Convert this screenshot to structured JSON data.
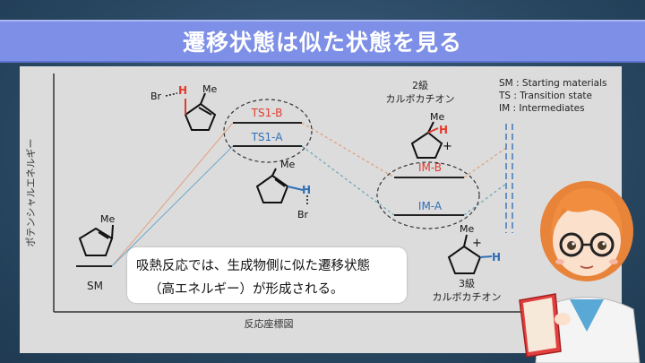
{
  "title": "遷移状態は似た状態を見る",
  "diagram": {
    "y_axis_label": "ポテンシャルエネルギー",
    "x_axis_label": "反応座標図",
    "sm_label": "SM",
    "ts1b_label": "TS1-B",
    "ts1a_label": "TS1-A",
    "imb_label": "IM-B",
    "ima_label": "IM-A",
    "secondary_title_1": "2級",
    "secondary_title_2": "カルボカチオン",
    "tertiary_title_1": "3級",
    "tertiary_title_2": "カルボカチオン",
    "me": "Me",
    "h": "H",
    "br": "Br",
    "plus": "+",
    "legend": [
      "SM : Starting materials",
      "TS : Transition state",
      "IM : Intermediates"
    ]
  },
  "note": {
    "line1": "吸熱反応では、生成物側に似た遷移状態",
    "line2": "（高エネルギー）が形成される。"
  },
  "colors": {
    "red": "#e23b2e",
    "blue": "#2f6fb7",
    "banner": "#7d8fe6",
    "dash_orange": "#e0a07a",
    "dash_teal": "#6aa9b7"
  }
}
